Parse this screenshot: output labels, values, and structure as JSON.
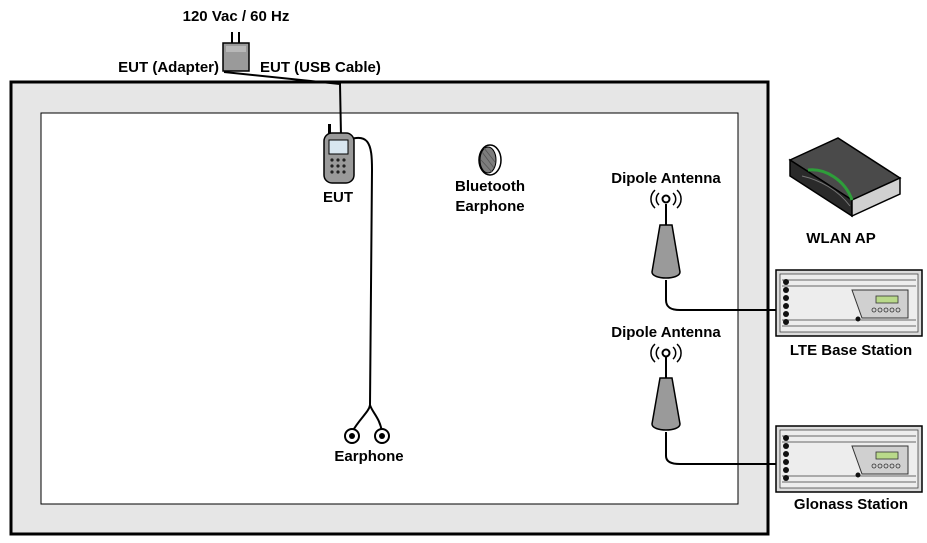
{
  "labels": {
    "power": "120 Vac / 60 Hz",
    "adapter": "EUT (Adapter)",
    "usb_cable": "EUT (USB Cable)",
    "eut": "EUT",
    "bt_line1": "Bluetooth",
    "bt_line2": "Earphone",
    "earphone": "Earphone",
    "dipole_1": "Dipole Antenna",
    "dipole_2": "Dipole Antenna",
    "wlan_ap": "WLAN AP",
    "lte_station": "LTE Base Station",
    "glonass_station": "Glonass Station"
  },
  "colors": {
    "chamber_fill": "#e6e6e6",
    "inner_fill": "#ffffff",
    "stroke": "#000000",
    "device_gray": "#9a9a9a",
    "rack_gray": "#dcdcdc",
    "router_dark": "#3a3a3a",
    "router_green": "#2e9e3a",
    "lcd_green": "#b9d98a"
  },
  "icons": [
    "power-adapter-icon",
    "mobile-phone-icon",
    "bluetooth-earphone-icon",
    "earphone-icon",
    "antenna-icon",
    "router-icon",
    "rack-station-icon"
  ]
}
